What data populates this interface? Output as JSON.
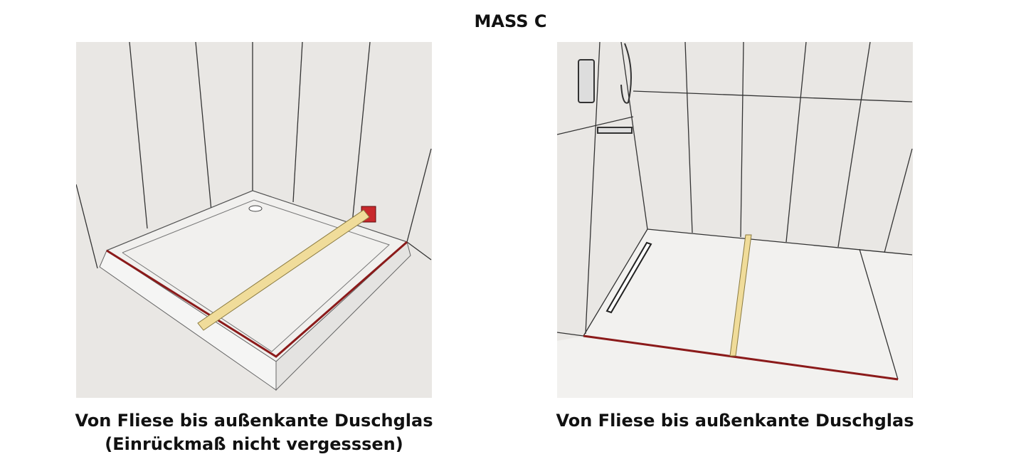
{
  "title": "MASS C",
  "left": {
    "caption_line1": "Von Fliese bis außenkante Duschglas",
    "caption_line2": "(Einrückmaß nicht vergesssen)"
  },
  "right": {
    "caption": "Von Fliese bis außenkante Duschglas"
  },
  "colors": {
    "measure_line": "#8b1a1a",
    "ruler": "#f0dc9a",
    "marker": "#c8282c",
    "background": "#e9e7e4"
  }
}
